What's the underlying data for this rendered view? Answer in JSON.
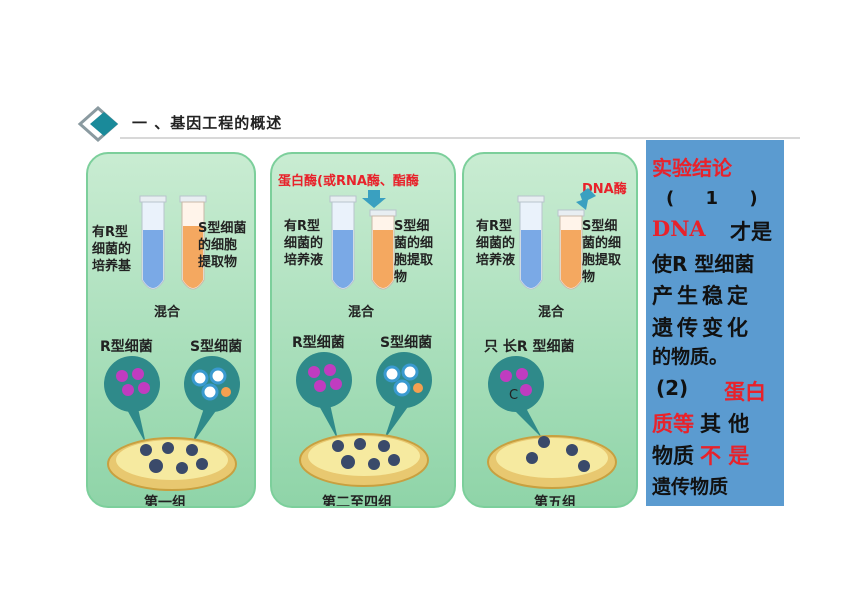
{
  "header": {
    "title": "一 、基因工程的概述"
  },
  "panels": [
    {
      "left_label": "有R型\n细菌的\n培养基",
      "right_label": "S型细菌\n的细胞\n提取物",
      "mix_label": "混合",
      "bact_r": "R型细菌",
      "bact_s": "S型细菌",
      "group": "第一组"
    },
    {
      "enzyme": "蛋白酶(或RNA酶、酯酶",
      "left_label": "有R型\n细菌的\n培养液",
      "right_label": "S型细\n菌的细\n胞提取\n物",
      "mix_label": "混合",
      "bact_r": "R型细菌",
      "bact_s": "S型细菌",
      "group": "第二至四组"
    },
    {
      "enzyme": "DNA酶",
      "left_label": "有R型\n细菌的\n培养液",
      "right_label": "S型细\n菌的细\n胞提取\n物",
      "mix_label": "混合",
      "bact_only": "只 长R 型细菌",
      "c_letter": "C",
      "group": "第五组"
    }
  ],
  "conclusion": {
    "title": "实验结论",
    "num1": "(     1     )",
    "dna": "DNA",
    "l1": "才是",
    "l2": "使R 型细菌",
    "l3": "产生稳定",
    "l4": "遗传变化",
    "l5": "的物质。",
    "num2": "(2)",
    "l6a": "蛋白",
    "l7a": "质等",
    "l7b": "其 他",
    "l8a": "物质",
    "l8b": "不 是",
    "l9": "遗传物质"
  },
  "colors": {
    "panel_bg": "#a8dfbb",
    "conclusion_bg": "#5b9bd0",
    "red": "#e8222b",
    "tube_blue": "#7aa9e6",
    "tube_orange": "#f4a860"
  }
}
